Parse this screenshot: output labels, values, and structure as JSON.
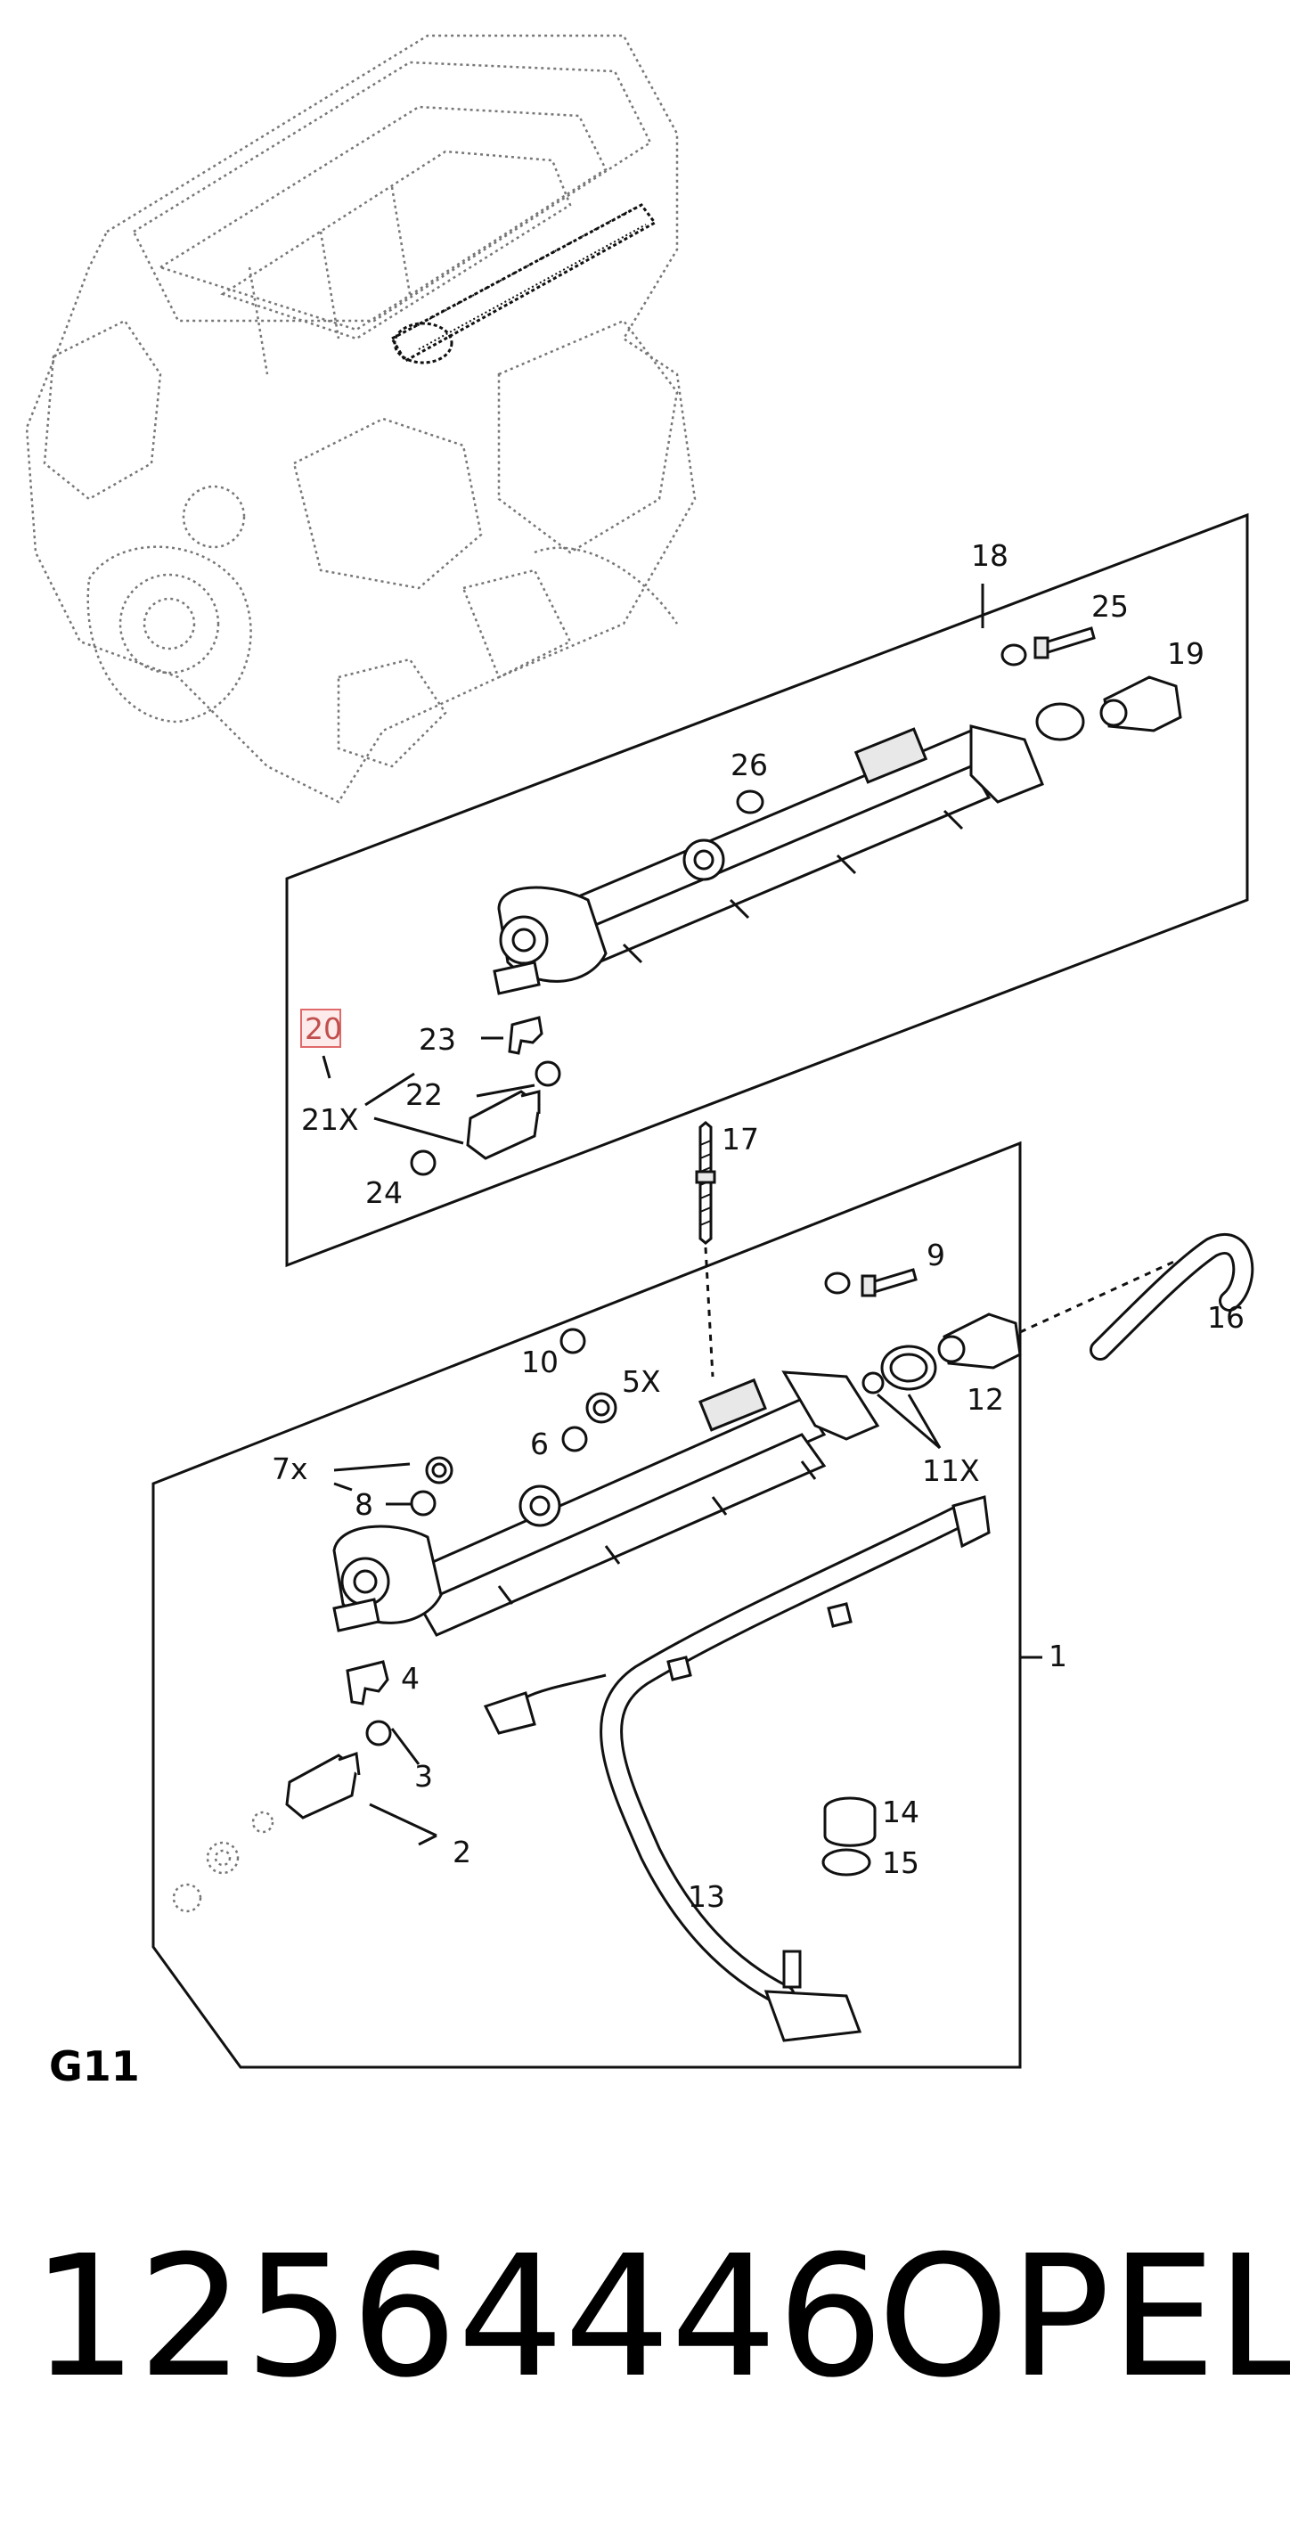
{
  "diagram": {
    "section_code": "G11",
    "callouts": [
      {
        "id": "c1",
        "text": "1"
      },
      {
        "id": "c2",
        "text": "2"
      },
      {
        "id": "c3",
        "text": "3"
      },
      {
        "id": "c4",
        "text": "4"
      },
      {
        "id": "c5",
        "text": "5X"
      },
      {
        "id": "c6",
        "text": "6"
      },
      {
        "id": "c7",
        "text": "7x"
      },
      {
        "id": "c8",
        "text": "8"
      },
      {
        "id": "c9",
        "text": "9"
      },
      {
        "id": "c10",
        "text": "10"
      },
      {
        "id": "c11",
        "text": "11X"
      },
      {
        "id": "c12",
        "text": "12"
      },
      {
        "id": "c13",
        "text": "13"
      },
      {
        "id": "c14",
        "text": "14"
      },
      {
        "id": "c15",
        "text": "15"
      },
      {
        "id": "c16",
        "text": "16"
      },
      {
        "id": "c17",
        "text": "17"
      },
      {
        "id": "c18",
        "text": "18"
      },
      {
        "id": "c19",
        "text": "19"
      },
      {
        "id": "c20",
        "text": "20"
      },
      {
        "id": "c21",
        "text": "21X"
      },
      {
        "id": "c22",
        "text": "22"
      },
      {
        "id": "c23",
        "text": "23"
      },
      {
        "id": "c24",
        "text": "24"
      },
      {
        "id": "c25",
        "text": "25"
      },
      {
        "id": "c26",
        "text": "26"
      }
    ],
    "highlighted_callout": "20",
    "highlight_color": "#e06a6a"
  },
  "footer": {
    "part_number": "12564446",
    "brand": "OPEL"
  }
}
